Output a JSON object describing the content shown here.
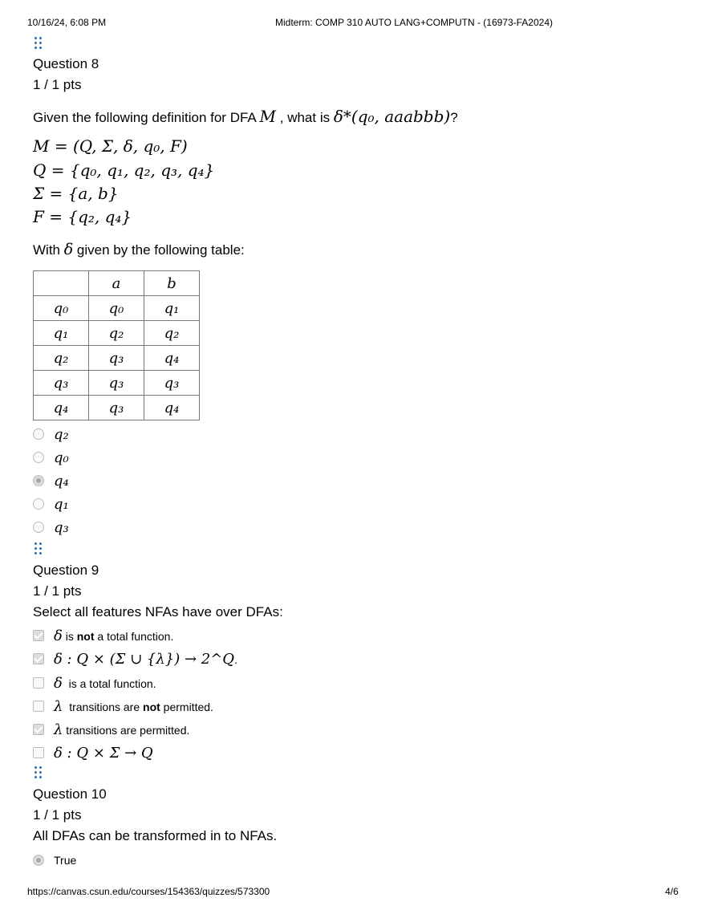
{
  "header": {
    "datetime": "10/16/24, 6:08 PM",
    "title": "Midterm: COMP 310 AUTO LANG+COMPUTN - (16973-FA2024)"
  },
  "footer": {
    "url": "https://canvas.csun.edu/courses/154363/quizzes/573300",
    "page": "4/6"
  },
  "q8": {
    "title": "Question 8",
    "points": "1 / 1 pts",
    "prompt_pre": "Given the following definition for DFA ",
    "prompt_M": "M",
    "prompt_mid": " , what is ",
    "prompt_expr": "δ*(q₀, aaabbb)",
    "prompt_post": "?",
    "defs": [
      "M = (Q, Σ, δ, q₀, F)",
      "Q = {q₀, q₁, q₂, q₃, q₄}",
      "Σ = {a, b}",
      "F = {q₂, q₄}"
    ],
    "table_intro_pre": "With ",
    "table_intro_delta": "δ",
    "table_intro_post": " given by the following table:",
    "table": {
      "headers": [
        "",
        "a",
        "b"
      ],
      "rows": [
        [
          "q₀",
          "q₀",
          "q₁"
        ],
        [
          "q₁",
          "q₂",
          "q₂"
        ],
        [
          "q₂",
          "q₃",
          "q₄"
        ],
        [
          "q₃",
          "q₃",
          "q₃"
        ],
        [
          "q₄",
          "q₃",
          "q₄"
        ]
      ]
    },
    "options": [
      {
        "label": "q₂",
        "selected": false
      },
      {
        "label": "q₀",
        "selected": false
      },
      {
        "label": "q₄",
        "selected": true
      },
      {
        "label": "q₁",
        "selected": false
      },
      {
        "label": "q₃",
        "selected": false
      }
    ]
  },
  "q9": {
    "title": "Question 9",
    "points": "1 / 1 pts",
    "prompt": "Select all features NFAs have over DFAs:",
    "options": [
      {
        "math": "δ",
        "pre": " is ",
        "bold": "not",
        "post": " a total function.",
        "checked": true
      },
      {
        "math": "δ : Q × (Σ ∪ {λ}) → 2^Q",
        "pre": "",
        "bold": "",
        "post": ".",
        "checked": true
      },
      {
        "math": "δ",
        "pre": "  is a total function.",
        "bold": "",
        "post": "",
        "checked": false
      },
      {
        "math": "λ",
        "pre": "  transitions are ",
        "bold": "not",
        "post": " permitted.",
        "checked": false
      },
      {
        "math": "λ",
        "pre": " transitions are permitted.",
        "bold": "",
        "post": "",
        "checked": true
      },
      {
        "math": "δ : Q × Σ → Q",
        "pre": "",
        "bold": "",
        "post": "",
        "checked": false
      }
    ]
  },
  "q10": {
    "title": "Question 10",
    "points": "1 / 1 pts",
    "prompt": "All DFAs can be transformed in to NFAs.",
    "options": [
      {
        "label": "True",
        "selected": true
      }
    ]
  }
}
